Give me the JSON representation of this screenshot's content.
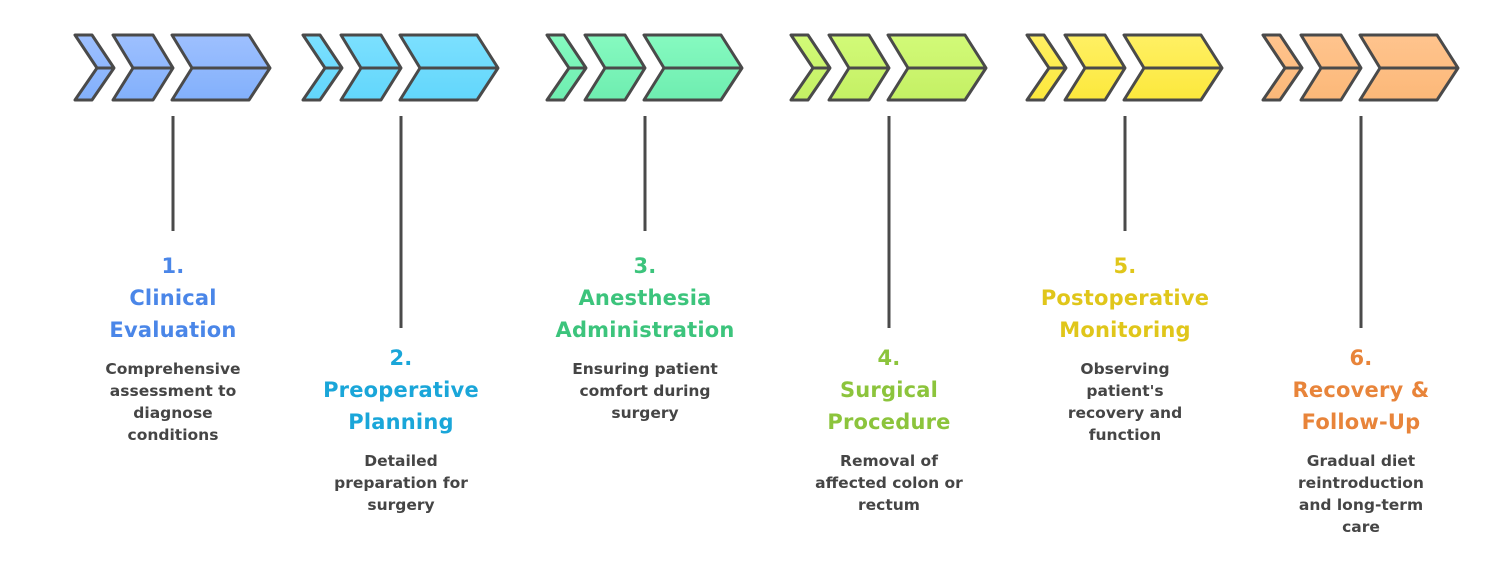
{
  "title": "Colorectal Surgery Process Timeline",
  "steps": [
    {
      "number": "1.",
      "title_lines": [
        "Clinical",
        "Evaluation"
      ],
      "desc_lines": [
        "Comprehensive",
        "assessment to",
        "diagnose",
        "conditions"
      ],
      "color": "#4a86e8",
      "fill_top": "#9ec0ff",
      "fill_bottom": "#82b0fb"
    },
    {
      "number": "2.",
      "title_lines": [
        "Preoperative",
        "Planning"
      ],
      "desc_lines": [
        "Detailed",
        "preparation for",
        "surgery"
      ],
      "color": "#1aa6d9",
      "fill_top": "#7ce0ff",
      "fill_bottom": "#62d6fb"
    },
    {
      "number": "3.",
      "title_lines": [
        "Anesthesia",
        "Administration"
      ],
      "desc_lines": [
        "Ensuring patient",
        "comfort during",
        "surgery"
      ],
      "color": "#3cc47c",
      "fill_top": "#86fac0",
      "fill_bottom": "#6eedb0"
    },
    {
      "number": "4.",
      "title_lines": [
        "Surgical",
        "Procedure"
      ],
      "desc_lines": [
        "Removal of",
        "affected colon or",
        "rectum"
      ],
      "color": "#8cc43c",
      "fill_top": "#d2fa78",
      "fill_bottom": "#c4f064"
    },
    {
      "number": "5.",
      "title_lines": [
        "Postoperative",
        "Monitoring"
      ],
      "desc_lines": [
        "Observing",
        "patient's",
        "recovery and",
        "function"
      ],
      "color": "#e0c61a",
      "fill_top": "#fff064",
      "fill_bottom": "#fce83c"
    },
    {
      "number": "6.",
      "title_lines": [
        "Recovery &",
        "Follow-Up"
      ],
      "desc_lines": [
        "Gradual diet",
        "reintroduction",
        "and long-term",
        "care"
      ],
      "color": "#e8843a",
      "fill_top": "#ffc48e",
      "fill_bottom": "#fcb878"
    }
  ]
}
